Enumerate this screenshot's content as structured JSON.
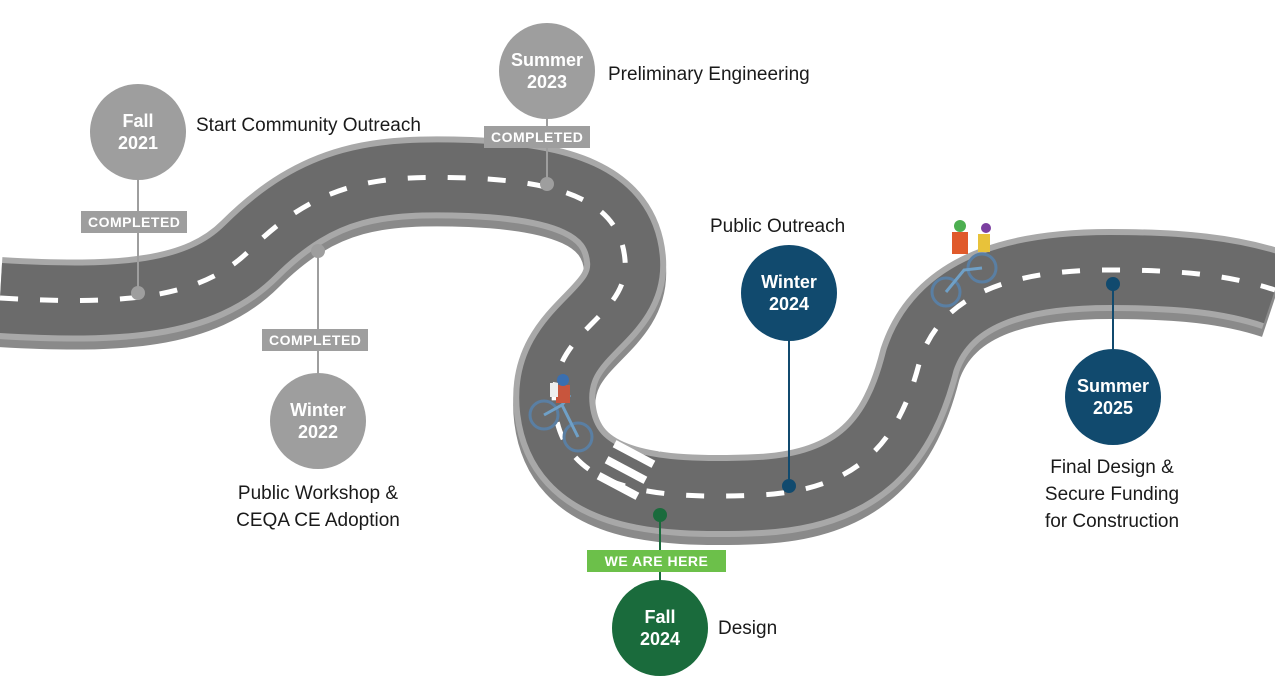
{
  "milestones": [
    {
      "id": "fall-2021",
      "season": "Fall",
      "year": "2021",
      "title": "Start Community Outreach",
      "status": "COMPLETED",
      "state": "completed"
    },
    {
      "id": "winter-2022",
      "season": "Winter",
      "year": "2022",
      "title_line1": "Public Workshop &",
      "title_line2": "CEQA CE Adoption",
      "status": "COMPLETED",
      "state": "completed"
    },
    {
      "id": "summer-2023",
      "season": "Summer",
      "year": "2023",
      "title": "Preliminary Engineering",
      "status": "COMPLETED",
      "state": "completed"
    },
    {
      "id": "fall-2024",
      "season": "Fall",
      "year": "2024",
      "title": "Design",
      "status": "WE ARE HERE",
      "state": "current"
    },
    {
      "id": "winter-2024",
      "season": "Winter",
      "year": "2024",
      "title": "Public Outreach",
      "state": "upcoming"
    },
    {
      "id": "summer-2025",
      "season": "Summer",
      "year": "2025",
      "title_line1": "Final Design &",
      "title_line2": "Secure Funding",
      "title_line3": "for Construction",
      "state": "upcoming"
    }
  ],
  "colors": {
    "completed": "#9e9e9e",
    "upcoming": "#114a6e",
    "current": "#1a6b3c",
    "current_badge": "#6cc04a",
    "road": "#6b6b6b",
    "road_edge": "#9a9a9a"
  }
}
